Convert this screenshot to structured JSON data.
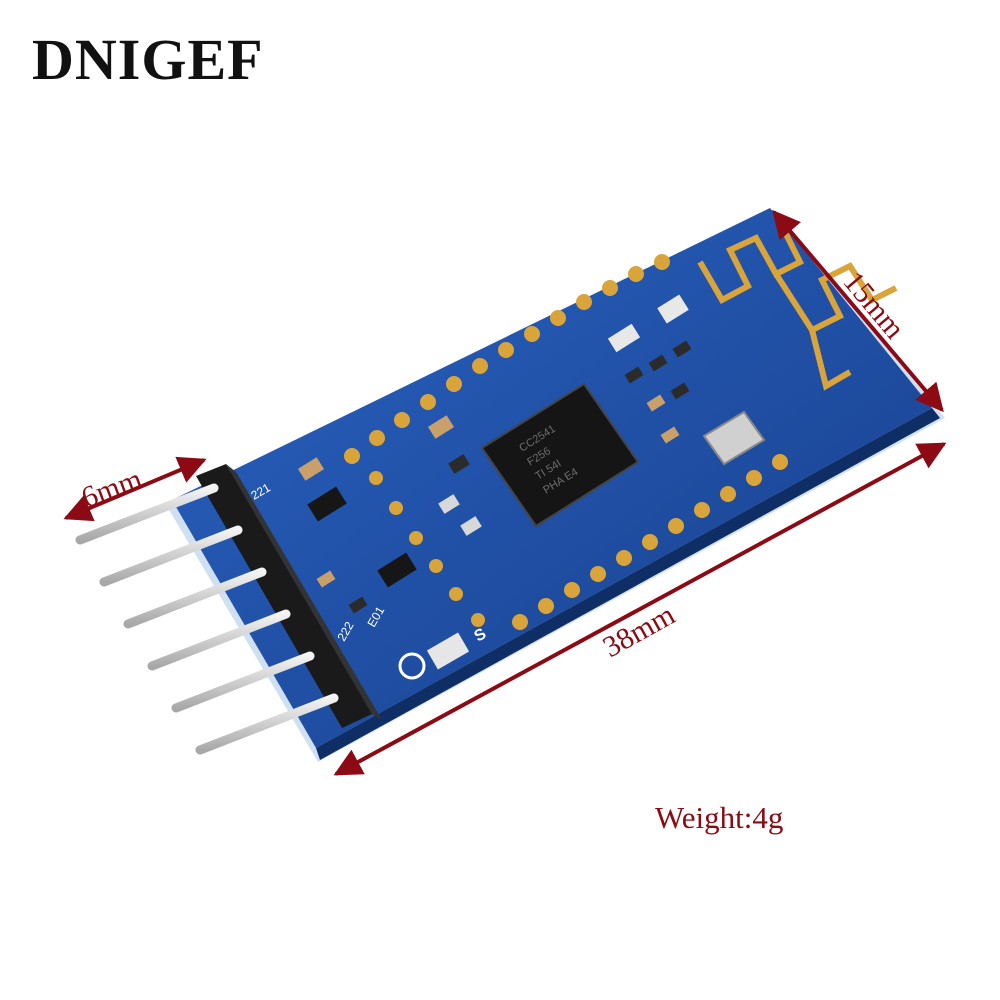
{
  "brand": "DNIGEF",
  "module": {
    "chip_marking": [
      "CC2541",
      "F256",
      "TI 54I",
      "PHA E4"
    ],
    "silkscreen": [
      "S",
      "221",
      "E01",
      "222"
    ]
  },
  "dimensions": {
    "height_label": "6mm",
    "width_label": "15mm",
    "length_label": "38mm"
  },
  "weight_label": "Weight:4g",
  "colors": {
    "pcb": "#1f4fa6",
    "dimension": "#8b0a14",
    "gold": "#d9a43a",
    "header": "#1a1a1a",
    "pin": "#d8d8d8",
    "brand": "#111111"
  }
}
